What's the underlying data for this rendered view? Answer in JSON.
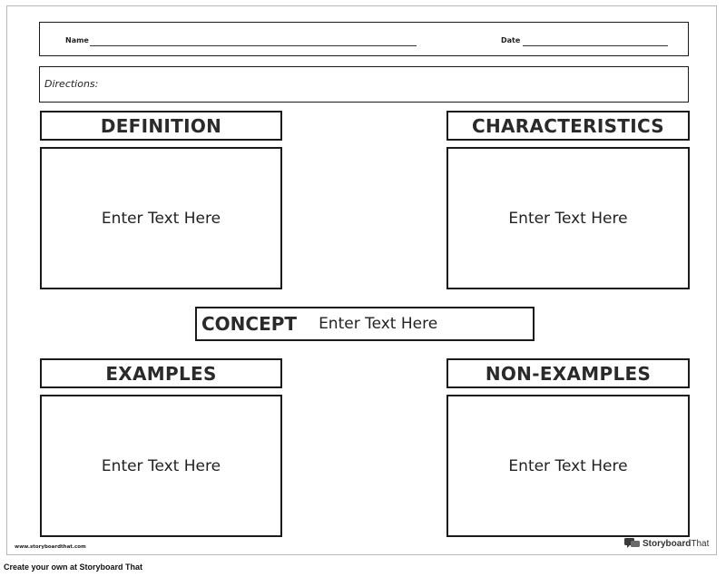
{
  "header": {
    "name_label": "Name",
    "date_label": "Date"
  },
  "directions": {
    "label": "Directions:"
  },
  "quadrants": {
    "definition": {
      "title": "DEFINITION",
      "body": "Enter Text Here"
    },
    "characteristics": {
      "title": "CHARACTERISTICS",
      "body": "Enter Text Here"
    },
    "examples": {
      "title": "EXAMPLES",
      "body": "Enter Text Here"
    },
    "non_examples": {
      "title": "NON-EXAMPLES",
      "body": "Enter Text Here"
    }
  },
  "concept": {
    "title": "CONCEPT",
    "body": "Enter Text Here"
  },
  "footer": {
    "site_url": "www.storyboardthat.com",
    "brand_main": "Storyboard",
    "brand_suffix": "That",
    "create_note": "Create your own at Storyboard That"
  }
}
